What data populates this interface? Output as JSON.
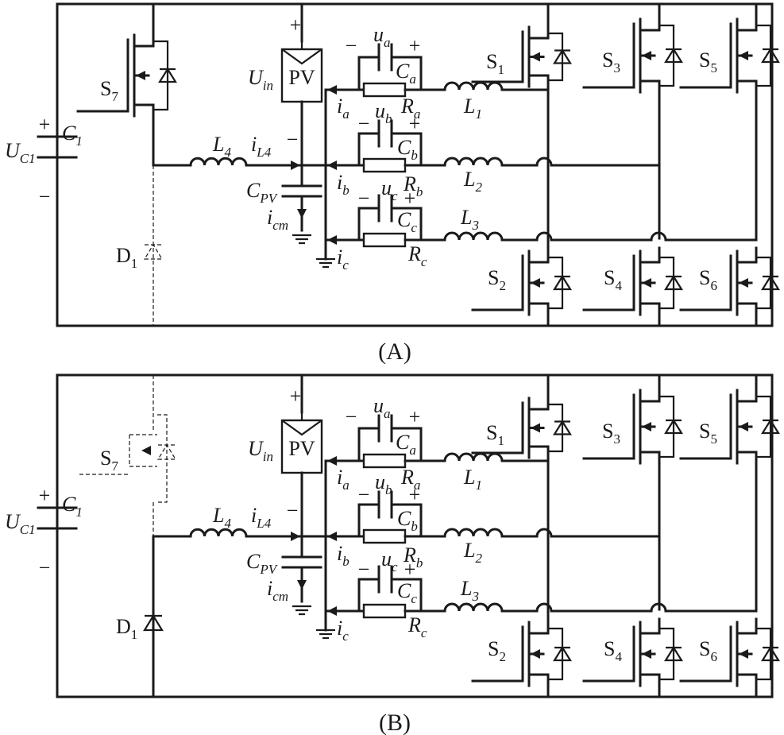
{
  "panels": [
    {
      "caption": "(A)",
      "mode": "S7 on, D1 off",
      "labels": {
        "c1": "C",
        "c1_sub": "1",
        "uc1": "U",
        "uc1_sub": "C1",
        "s7": "S",
        "s7_sub": "7",
        "d1": "D",
        "d1_sub": "1",
        "l4": "L",
        "l4_sub": "4",
        "il4": "i",
        "il4_sub": "L4",
        "uin": "U",
        "uin_sub": "in",
        "pv": "PV",
        "cpv": "C",
        "cpv_sub": "PV",
        "icm": "i",
        "icm_sub": "cm",
        "ua": "u",
        "ua_sub": "a",
        "ub": "u",
        "ub_sub": "b",
        "uc": "u",
        "uc_sub": "c",
        "ca": "C",
        "ca_sub": "a",
        "cb": "C",
        "cb_sub": "b",
        "cc": "C",
        "cc_sub": "c",
        "ra": "R",
        "ra_sub": "a",
        "rb": "R",
        "rb_sub": "b",
        "rc": "R",
        "rc_sub": "c",
        "ia": "i",
        "ia_sub": "a",
        "ib": "i",
        "ib_sub": "b",
        "ic": "i",
        "ic_sub": "c",
        "l1": "L",
        "l1_sub": "1",
        "l2": "L",
        "l2_sub": "2",
        "l3": "L",
        "l3_sub": "3",
        "s1": "S",
        "s1_sub": "1",
        "s2": "S",
        "s2_sub": "2",
        "s3": "S",
        "s3_sub": "3",
        "s4": "S",
        "s4_sub": "4",
        "s5": "S",
        "s5_sub": "5",
        "s6": "S",
        "s6_sub": "6",
        "plus": "+",
        "minus": "−"
      }
    },
    {
      "caption": "(B)",
      "mode": "S7 off, D1 on",
      "labels": {
        "c1": "C",
        "c1_sub": "1",
        "uc1": "U",
        "uc1_sub": "C1",
        "s7": "S",
        "s7_sub": "7",
        "d1": "D",
        "d1_sub": "1",
        "l4": "L",
        "l4_sub": "4",
        "il4": "i",
        "il4_sub": "L4",
        "uin": "U",
        "uin_sub": "in",
        "pv": "PV",
        "cpv": "C",
        "cpv_sub": "PV",
        "icm": "i",
        "icm_sub": "cm",
        "ua": "u",
        "ua_sub": "a",
        "ub": "u",
        "ub_sub": "b",
        "uc": "u",
        "uc_sub": "c",
        "ca": "C",
        "ca_sub": "a",
        "cb": "C",
        "cb_sub": "b",
        "cc": "C",
        "cc_sub": "c",
        "ra": "R",
        "ra_sub": "a",
        "rb": "R",
        "rb_sub": "b",
        "rc": "R",
        "rc_sub": "c",
        "ia": "i",
        "ia_sub": "a",
        "ib": "i",
        "ib_sub": "b",
        "ic": "i",
        "ic_sub": "c",
        "l1": "L",
        "l1_sub": "1",
        "l2": "L",
        "l2_sub": "2",
        "l3": "L",
        "l3_sub": "3",
        "s1": "S",
        "s1_sub": "1",
        "s2": "S",
        "s2_sub": "2",
        "s3": "S",
        "s3_sub": "3",
        "s4": "S",
        "s4_sub": "4",
        "s5": "S",
        "s5_sub": "5",
        "s6": "S",
        "s6_sub": "6",
        "plus": "+",
        "minus": "−"
      }
    }
  ]
}
